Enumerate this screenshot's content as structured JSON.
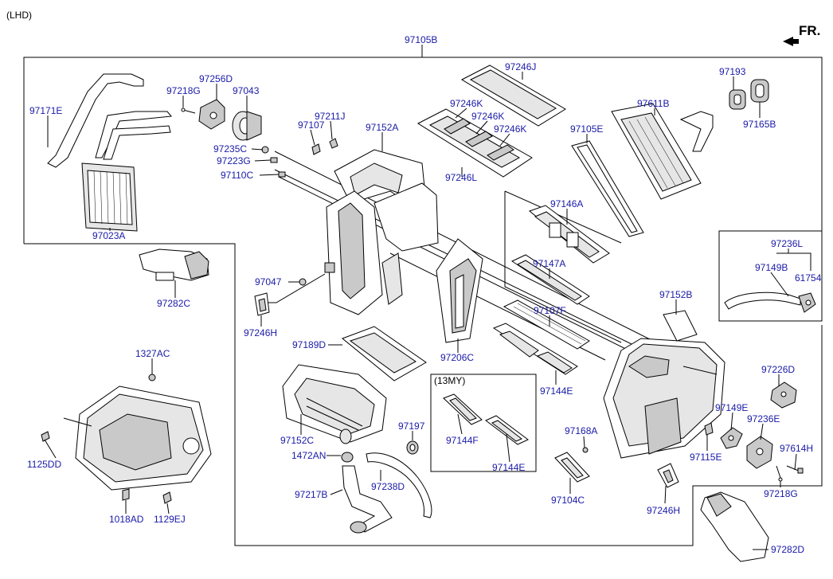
{
  "header": {
    "variant": "(LHD)",
    "direction": "FR."
  },
  "subgroup": {
    "title": "(13MY)"
  },
  "parts": {
    "p97105B": "97105B",
    "p97171E": "97171E",
    "p97218G_top": "97218G",
    "p97256D": "97256D",
    "p97043": "97043",
    "p97235C": "97235C",
    "p97223G": "97223G",
    "p97110C": "97110C",
    "p97023A": "97023A",
    "p97211J": "97211J",
    "p97107": "97107",
    "p97152A": "97152A",
    "p97246J": "97246J",
    "p97246K_1": "97246K",
    "p97246K_2": "97246K",
    "p97246K_3": "97246K",
    "p97246L": "97246L",
    "p97611B": "97611B",
    "p97105E": "97105E",
    "p97193": "97193",
    "p97165B": "97165B",
    "p97146A": "97146A",
    "p97147A": "97147A",
    "p97107F": "97107F",
    "p97206C": "97206C",
    "p97282C": "97282C",
    "p97047": "97047",
    "p97246H_left": "97246H",
    "p97189D": "97189D",
    "p97236L": "97236L",
    "p97149B": "97149B",
    "p61754": "61754",
    "p97152B": "97152B",
    "p1327AC": "1327AC",
    "p97152C": "97152C",
    "p97197": "97197",
    "p1472AN": "1472AN",
    "p97238D": "97238D",
    "p97217B": "97217B",
    "p1125DD": "1125DD",
    "p1018AD": "1018AD",
    "p1129EJ": "1129EJ",
    "p97144E_upper": "97144E",
    "p97144F": "97144F",
    "p97144E_lower": "97144E",
    "p97168A": "97168A",
    "p97104C": "97104C",
    "p97226D": "97226D",
    "p97149E": "97149E",
    "p97236E": "97236E",
    "p97115E": "97115E",
    "p97614H": "97614H",
    "p97218G_right": "97218G",
    "p97246H_right": "97246H",
    "p97282D": "97282D"
  }
}
